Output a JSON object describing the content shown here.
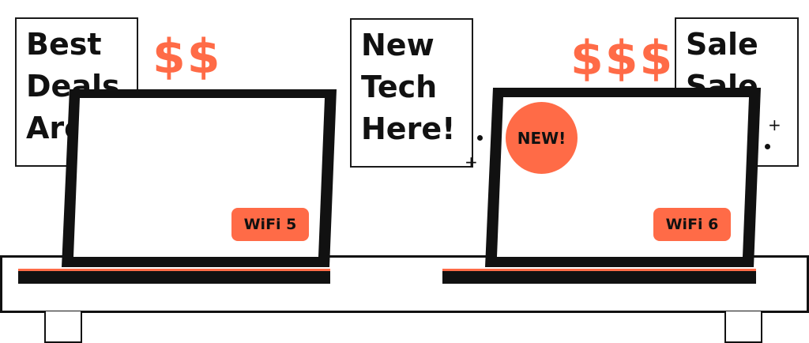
{
  "signs": {
    "left": "Best\nDeals\nAre",
    "middle": "New\nTech\nHere!",
    "right": "Sale\nSale"
  },
  "prices": {
    "left": "$$",
    "right": "$$$"
  },
  "laptops": {
    "left_badge": "WiFi 5",
    "right_badge": "WiFi 6",
    "new_badge": "NEW!"
  },
  "decor": {
    "plus": "+"
  },
  "colors": {
    "accent": "#ff6b47",
    "ink": "#111111",
    "background": "#ffffff"
  }
}
